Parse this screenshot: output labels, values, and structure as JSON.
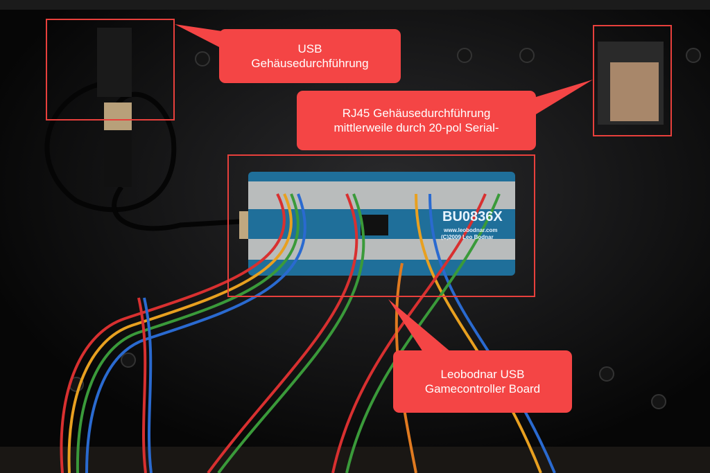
{
  "callouts": {
    "usb": {
      "line1": "USB",
      "line2": "Gehäusedurchführung"
    },
    "rj45": {
      "line1": "RJ45 Gehäusedurchführung",
      "line2": "mittlerweile durch 20-pol Serial-"
    },
    "board": {
      "line1": "Leobodnar USB",
      "line2": "Gamecontroller Board"
    }
  },
  "board_label": {
    "model": "BU0836X",
    "url": "www.leobodnar.com",
    "copyright": "(C)2009 Leo Bodnar"
  },
  "colors": {
    "callout": "#f44545",
    "highlight_box": "#e8403c",
    "board": "#1f6f9a",
    "enclosure": "#0c0c0d"
  }
}
